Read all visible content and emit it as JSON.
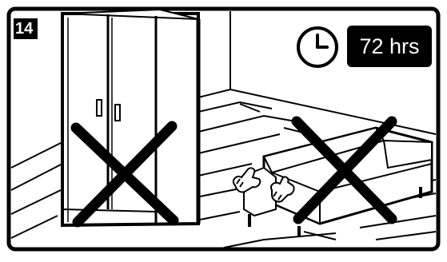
{
  "step": {
    "number": "14"
  },
  "duration": {
    "value": "72 hrs",
    "icon": "clock-icon"
  },
  "items": [
    {
      "name": "wardrobe",
      "status": "prohibited",
      "mark": "cross-mark-icon"
    },
    {
      "name": "sofa",
      "status": "prohibited",
      "mark": "cross-mark-icon"
    }
  ],
  "colors": {
    "ink": "#000000",
    "paper": "#ffffff"
  }
}
